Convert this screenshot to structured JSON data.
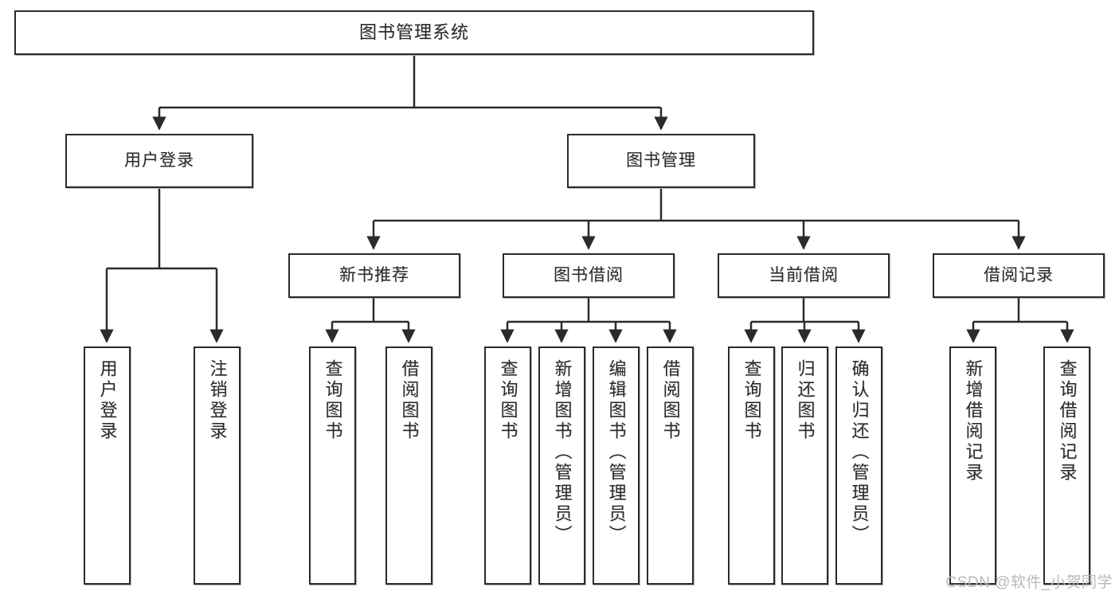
{
  "diagram": {
    "title": "图书管理系统",
    "type": "tree-hierarchy",
    "colors": {
      "background": "#ffffff",
      "box_border": "#2b2b2b",
      "box_fill": "#ffffff",
      "connector": "#2b2b2b",
      "text": "#2b2b2b",
      "watermark": "#b9b9b9"
    },
    "root": {
      "label": "图书管理系统"
    },
    "level2": [
      {
        "id": "user-login",
        "label": "用户登录"
      },
      {
        "id": "book-manage",
        "label": "图书管理"
      }
    ],
    "level3": [
      {
        "id": "new-book-recommend",
        "label": "新书推荐"
      },
      {
        "id": "book-borrow",
        "label": "图书借阅"
      },
      {
        "id": "current-borrow",
        "label": "当前借阅"
      },
      {
        "id": "borrow-record",
        "label": "借阅记录"
      }
    ],
    "leaves": {
      "user_login": [
        {
          "id": "leaf-user-login",
          "label": "用户登录"
        },
        {
          "id": "leaf-logout-login",
          "label": "注销登录"
        }
      ],
      "new_book_recommend": [
        {
          "id": "leaf-query-book-1",
          "label": "查询图书"
        },
        {
          "id": "leaf-borrow-book-1",
          "label": "借阅图书"
        }
      ],
      "book_borrow": [
        {
          "id": "leaf-query-book-2",
          "label": "查询图书"
        },
        {
          "id": "leaf-add-book",
          "label": "新增图书（管理员）"
        },
        {
          "id": "leaf-edit-book",
          "label": "编辑图书（管理员）"
        },
        {
          "id": "leaf-borrow-book-2",
          "label": "借阅图书"
        }
      ],
      "current_borrow": [
        {
          "id": "leaf-query-book-3",
          "label": "查询图书"
        },
        {
          "id": "leaf-return-book",
          "label": "归还图书"
        },
        {
          "id": "leaf-confirm-return",
          "label": "确认归还（管理员）"
        }
      ],
      "borrow_record": [
        {
          "id": "leaf-add-record",
          "label": "新增借阅记录"
        },
        {
          "id": "leaf-query-record",
          "label": "查询借阅记录"
        }
      ]
    }
  },
  "watermark": {
    "text": "CSDN @软件_小贺同学"
  }
}
